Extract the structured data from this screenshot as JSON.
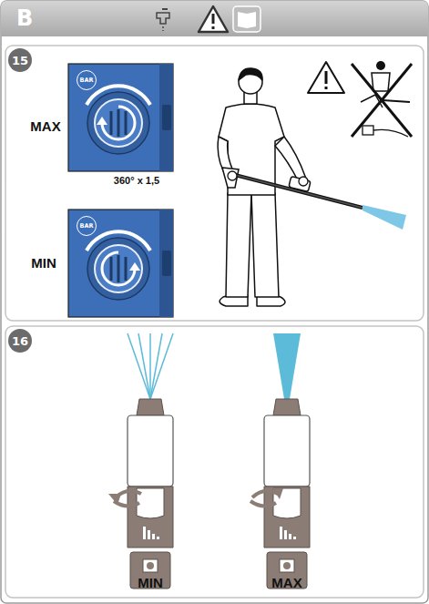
{
  "diagram": {
    "nodes": [
      {
        "text": [
          "B"
        ]
      },
      {
        "text": [
          "15"
        ]
      },
      {
        "text": [
          "BAR"
        ]
      },
      {
        "text": [
          "BAR"
        ]
      },
      {
        "text": [
          "16"
        ]
      }
    ],
    "labels": [
      "MAX",
      "360° x 1,5",
      "MIN",
      "MIN",
      "MAX"
    ]
  }
}
